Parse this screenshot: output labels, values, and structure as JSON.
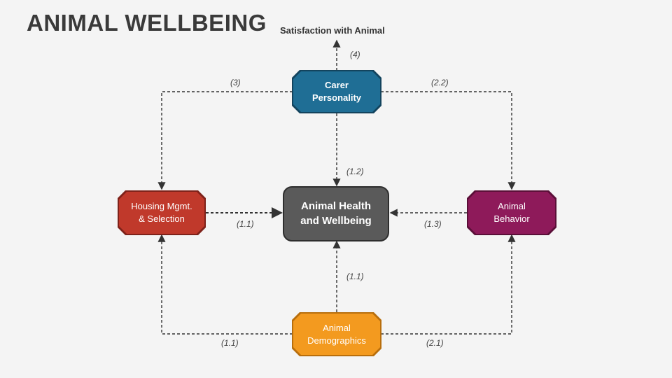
{
  "title": "ANIMAL WELLBEING",
  "top_caption": "Satisfaction with Animal",
  "nodes": {
    "carer": {
      "line1": "Carer",
      "line2": "Personality",
      "color": "#1f6e95"
    },
    "housing": {
      "line1": "Housing Mgmt.",
      "line2": "& Selection",
      "color": "#c0392b"
    },
    "center": {
      "line1": "Animal Health",
      "line2": "and Wellbeing",
      "color": "#5a5a5a"
    },
    "behavior": {
      "line1": "Animal",
      "line2": "Behavior",
      "color": "#8e1a5a"
    },
    "demographics": {
      "line1": "Animal",
      "line2": "Demographics",
      "color": "#f39a1f"
    }
  },
  "labels": {
    "carer_to_satisfaction": "(4)",
    "carer_to_housing": "(3)",
    "carer_to_behavior": "(2.2)",
    "carer_to_center": "(1.2)",
    "housing_to_center": "(1.1)",
    "behavior_to_center": "(1.3)",
    "demographics_to_center": "(1.1)",
    "demographics_to_housing": "(1.1)",
    "demographics_to_behavior": "(2.1)"
  }
}
